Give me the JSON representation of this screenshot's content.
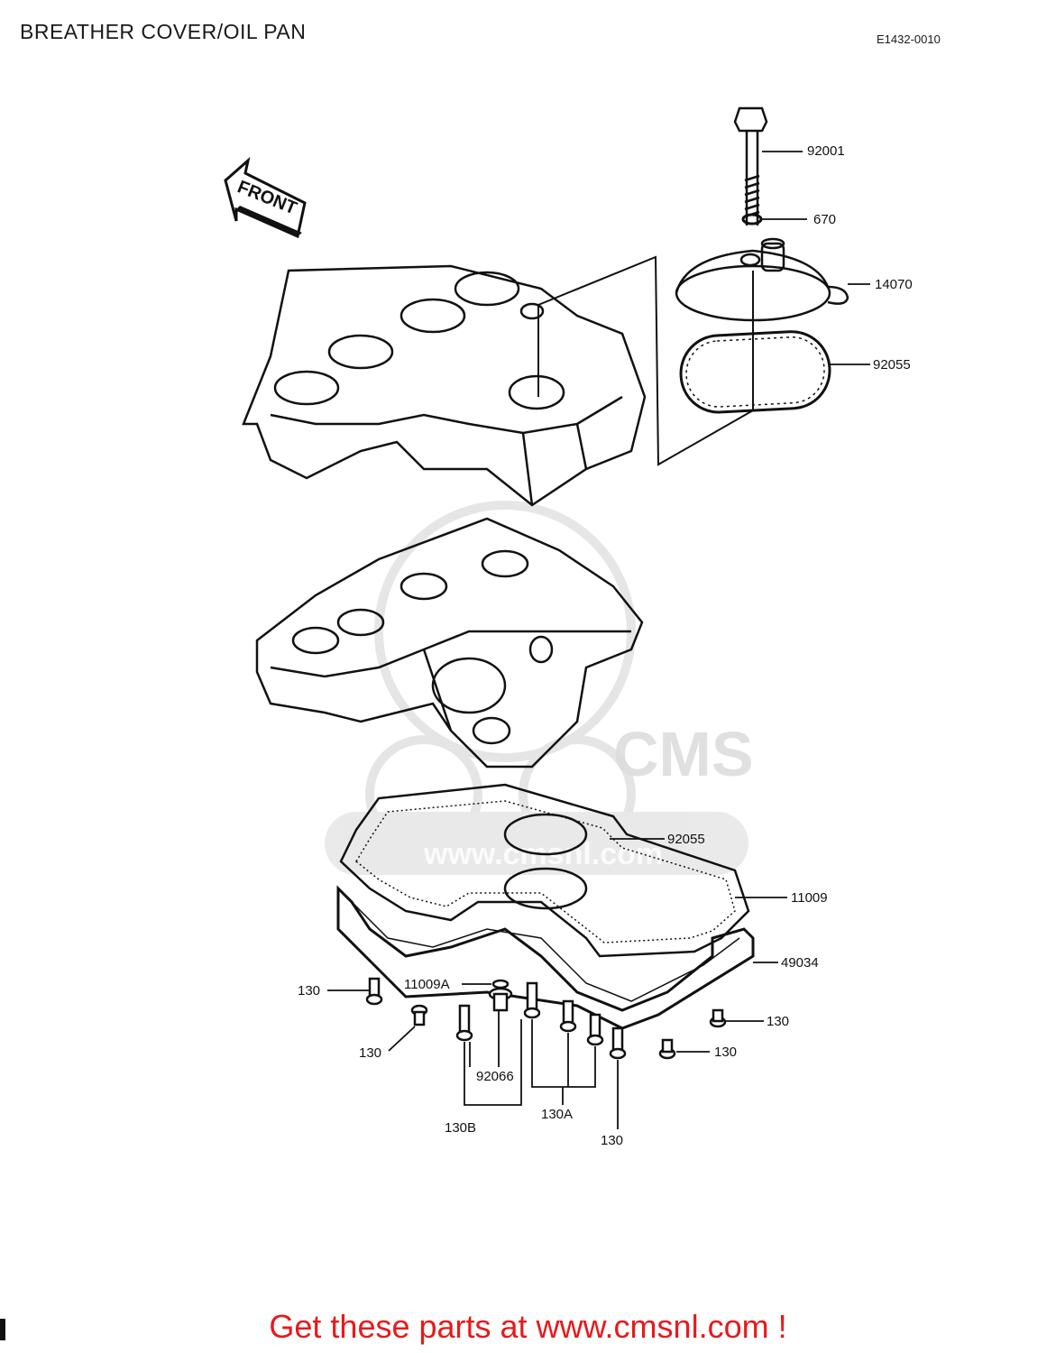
{
  "header": {
    "title": "BREATHER COVER/OIL PAN",
    "diagram_code": "E1432-0010"
  },
  "diagram": {
    "front_label": "FRONT",
    "watermark_text": "www.cmsnl.com",
    "watermark_logo": "CMS",
    "parts": {
      "p92001": "92001",
      "p670": "670",
      "p14070": "14070",
      "p92055_top": "92055",
      "p92055_mid": "92055",
      "p11009": "11009",
      "p49034": "49034",
      "p11009A": "11009A",
      "p130_left_top": "130",
      "p130_left_bottom": "130",
      "p92066": "92066",
      "p130B": "130B",
      "p130A": "130A",
      "p130_bottom": "130",
      "p130_right_top": "130",
      "p130_right_bottom": "130"
    }
  },
  "footer": {
    "cta": "Get these parts at www.cmsnl.com !"
  }
}
